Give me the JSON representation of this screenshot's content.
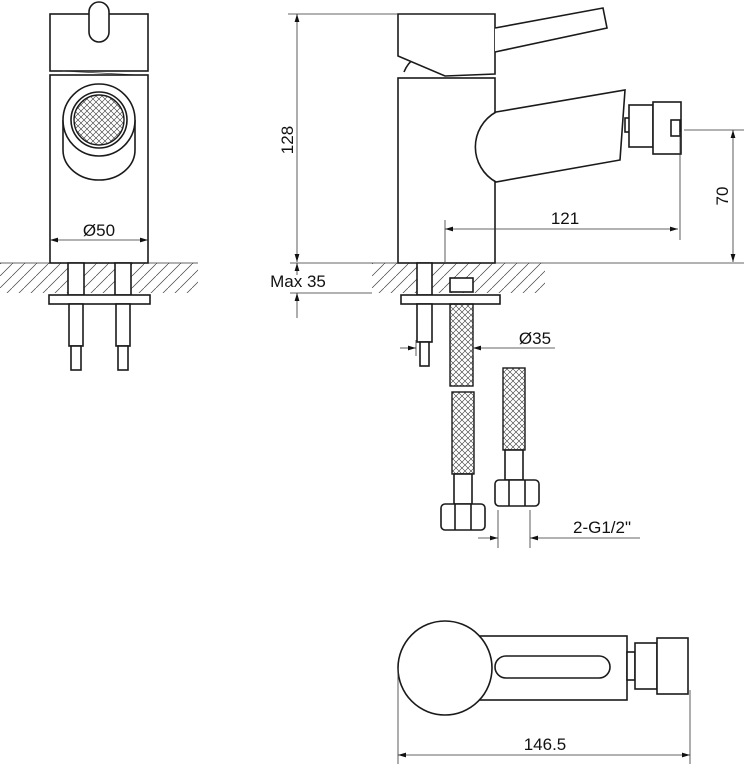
{
  "dimensions": {
    "front_diameter": "Ø50",
    "height": "128",
    "max_thickness": "Max 35",
    "spout_reach": "121",
    "spout_height": "70",
    "hole_diameter": "Ø35",
    "connection": "2-G1/2\"",
    "total_length": "146.5"
  },
  "colors": {
    "line": "#1a1a1a",
    "background": "#ffffff"
  }
}
